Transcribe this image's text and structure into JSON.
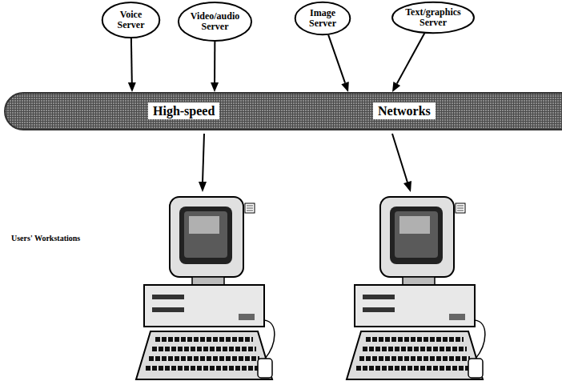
{
  "diagram": {
    "nodes": [
      {
        "text": [
          "Voice Server"
        ]
      },
      {
        "text": [
          "Video/audio Server"
        ]
      },
      {
        "text": [
          "Image Server"
        ]
      },
      {
        "text": [
          "Text/graphics Server"
        ]
      },
      {
        "text": [
          "High-speed",
          "Networks"
        ]
      }
    ],
    "edges": [
      {
        "from": 0,
        "to": 4,
        "arrow": "to"
      },
      {
        "from": 1,
        "to": 4,
        "arrow": "to"
      },
      {
        "from": 2,
        "to": 4,
        "arrow": "to"
      },
      {
        "from": 3,
        "to": 4,
        "arrow": "to"
      }
    ],
    "labels": [
      "Users' Workstations"
    ]
  }
}
